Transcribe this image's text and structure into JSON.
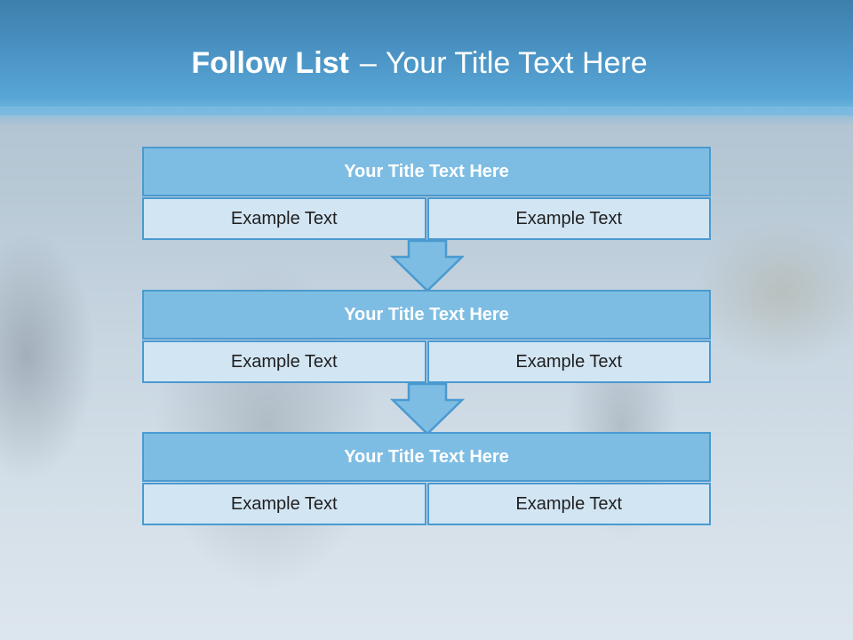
{
  "slide": {
    "title_bold": "Follow List",
    "title_separator": "–",
    "title_rest": "Your Title Text Here"
  },
  "blocks": [
    {
      "title": "Your Title Text Here",
      "left": "Example Text",
      "right": "Example Text"
    },
    {
      "title": "Your Title Text Here",
      "left": "Example Text",
      "right": "Example Text"
    },
    {
      "title": "Your Title Text Here",
      "left": "Example Text",
      "right": "Example Text"
    }
  ],
  "colors": {
    "header": "#4a93c4",
    "title_fill": "#7ebde3",
    "cell_fill": "#d2e5f3",
    "border": "#4a9ad0"
  },
  "icons": {
    "connector": "down-arrow-icon"
  }
}
